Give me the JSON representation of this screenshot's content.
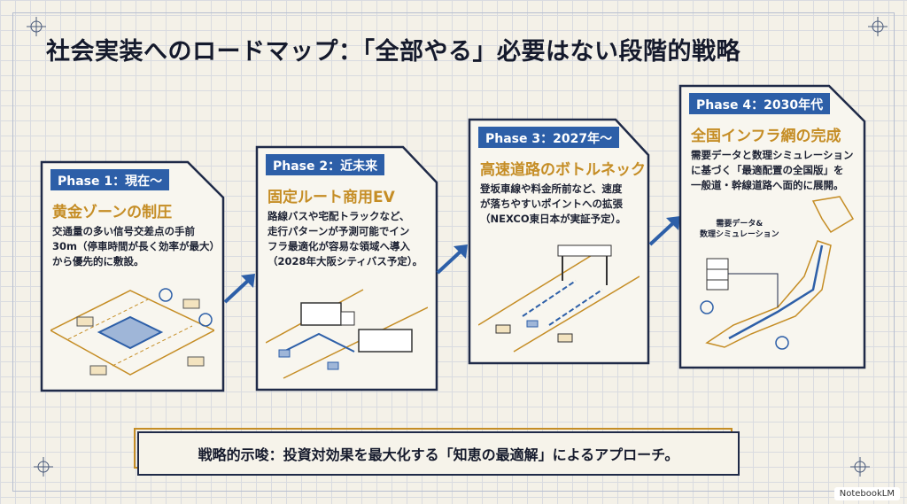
{
  "title": "社会実装へのロードマップ：「全部やる」必要はない段階的戦略",
  "phases": [
    {
      "tag": "Phase 1：現在〜",
      "title": "黄金ゾーンの制圧",
      "desc": [
        "交通量の多い信号交差点の手前",
        "30m（停車時間が長く効率が最大）",
        "から優先的に敷設。"
      ]
    },
    {
      "tag": "Phase 2：近未来",
      "title": "固定ルート商用EV",
      "desc": [
        "路線バスや宅配トラックなど、",
        "走行パターンが予測可能でイン",
        "フラ最適化が容易な領域へ導入",
        "（2028年大阪シティバス予定）。"
      ]
    },
    {
      "tag": "Phase 3：2027年〜",
      "title": "高速道路のボトルネック",
      "desc": [
        "登坂車線や料金所前など、速度",
        "が落ちやすいポイントへの拡張",
        "（NEXCO東日本が実証予定）。"
      ]
    },
    {
      "tag": "Phase 4：2030年代",
      "title": "全国インフラ網の完成",
      "desc": [
        "需要データと数理シミュレーション",
        "に基づく「最適配置の全国版」を",
        "一般道・幹線道路へ面的に展開。"
      ],
      "map_label": [
        "需要データ&",
        "数理シミュレーション"
      ]
    }
  ],
  "banner": "戦略的示唆：投資対効果を最大化する「知恵の最適解」によるアプローチ。",
  "badge": "NotebookLM",
  "colors": {
    "navy": "#1f2a48",
    "blue": "#2d5fa8",
    "gold": "#c58d25",
    "bg": "#f4f1e8"
  }
}
